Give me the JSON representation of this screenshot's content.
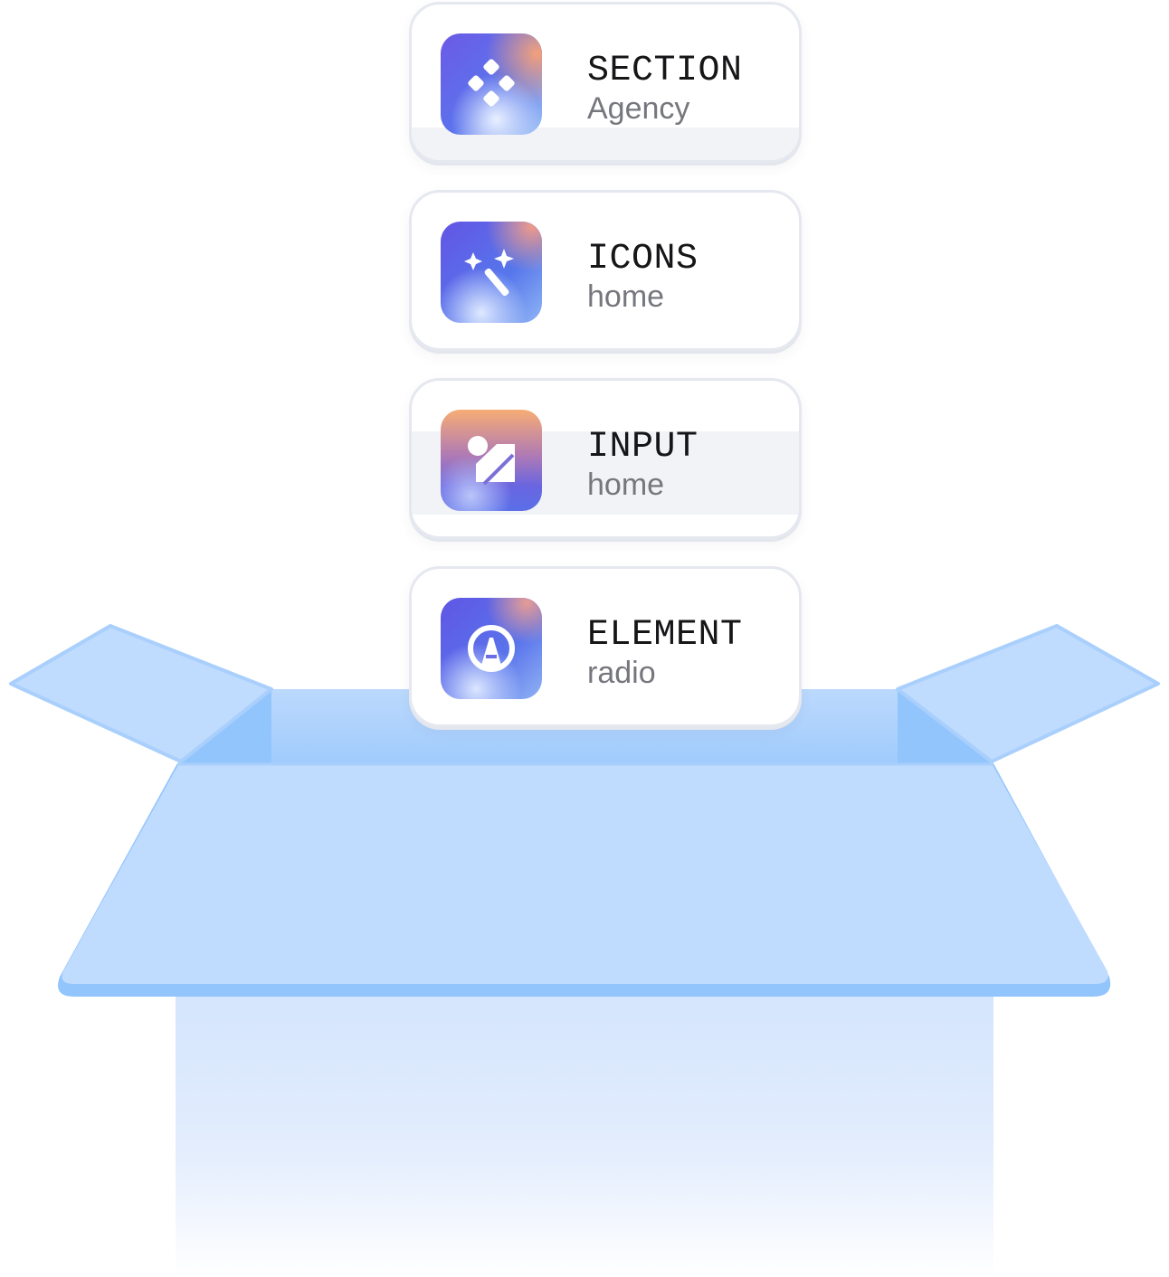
{
  "cards": [
    {
      "title": "SECTION",
      "subtitle": "Agency",
      "icon": "components-diamonds-icon"
    },
    {
      "title": "ICONS",
      "subtitle": "home",
      "icon": "magic-wand-icon"
    },
    {
      "title": "INPUT",
      "subtitle": "home",
      "icon": "shapes-icon"
    },
    {
      "title": "ELEMENT",
      "subtitle": "radio",
      "icon": "radio-a-icon"
    }
  ],
  "colors": {
    "box_light": "#bfdbfe",
    "box_mid": "#93c5fd",
    "box_inner": "#a8d0fc",
    "card_border": "#e6e8f0",
    "title_text": "#161618",
    "subtitle_text": "#76777d",
    "tile_gradient_start": "#5b6ee6",
    "tile_gradient_end": "#f4a86c"
  }
}
